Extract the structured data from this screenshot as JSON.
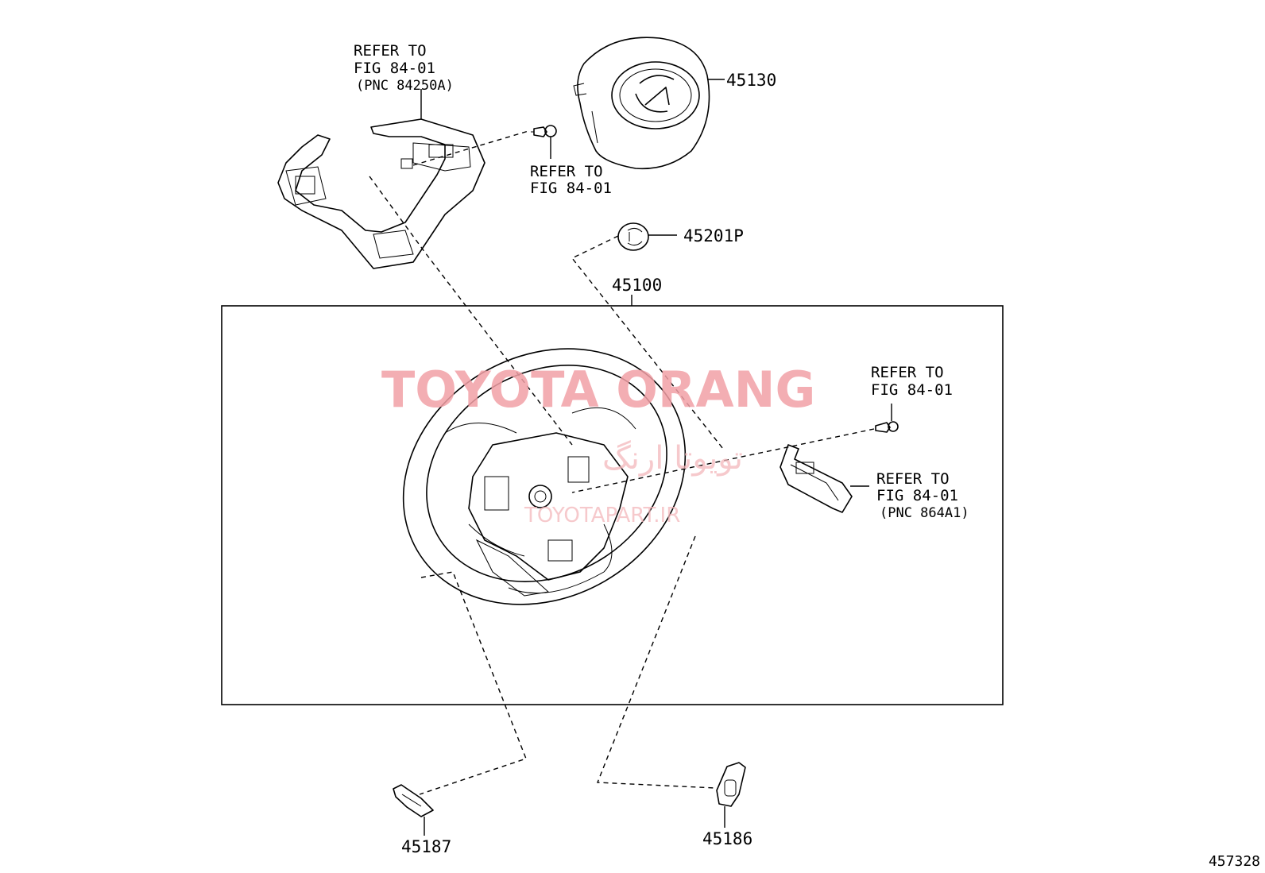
{
  "figure": {
    "figure_number": "457328"
  },
  "callouts": {
    "switch_ref": {
      "line1": "REFER TO",
      "line2": "FIG 84-01",
      "line3": "(PNC 84250A)"
    },
    "screw_ref": {
      "line1": "REFER TO",
      "line2": "FIG 84-01"
    },
    "bolt_ref": {
      "line1": "REFER TO",
      "line2": "FIG 84-01"
    },
    "module_ref": {
      "line1": "REFER TO",
      "line2": "FIG 84-01",
      "line3": "(PNC 864A1)"
    }
  },
  "parts": {
    "airbag": "45130",
    "cap": "45201P",
    "wheel_assembly": "45100",
    "lower_cover_left": "45187",
    "lower_cover_right": "45186"
  },
  "watermark": {
    "brand": "TOYOTA ORANG",
    "persian": "تویوتا ارنگ",
    "site": "TOYOTAPART.IR"
  }
}
